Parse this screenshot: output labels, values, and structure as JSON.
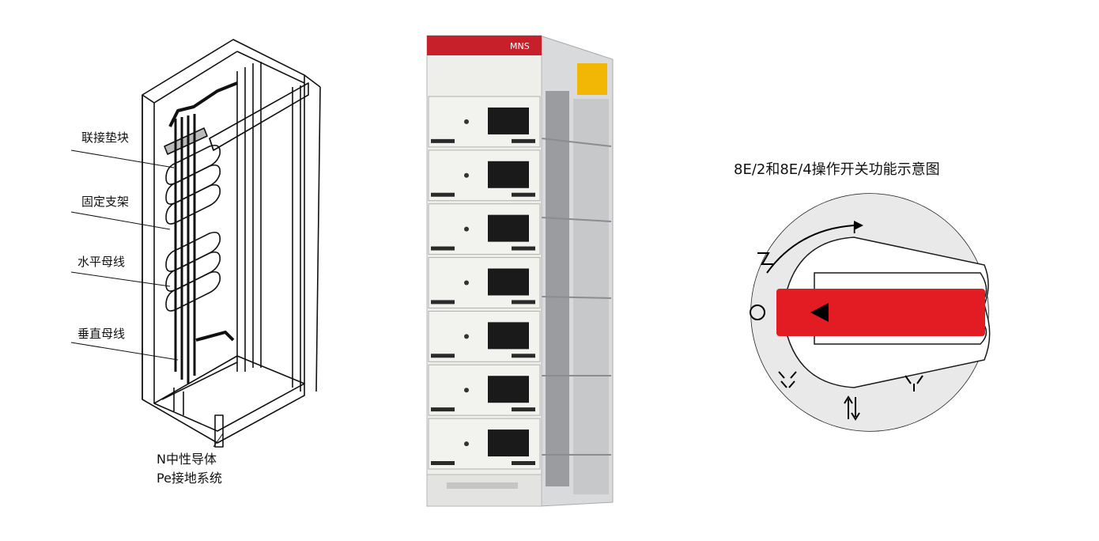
{
  "left_diagram": {
    "labels": {
      "connector_block": "联接垫块",
      "fixed_bracket": "固定支架",
      "horizontal_busbar": "水平母线",
      "vertical_busbar": "垂直母线",
      "n_conductor": "N中性导体",
      "pe_system": "Pe接地系统"
    }
  },
  "cabinet": {
    "brand": "MNS",
    "accent_color": "#c8202a",
    "drawer_count": 7
  },
  "switch_diagram": {
    "title": "8E/2和8E/4操作开关功能示意图",
    "position_on": "I",
    "handle_color": "#e31b23"
  }
}
